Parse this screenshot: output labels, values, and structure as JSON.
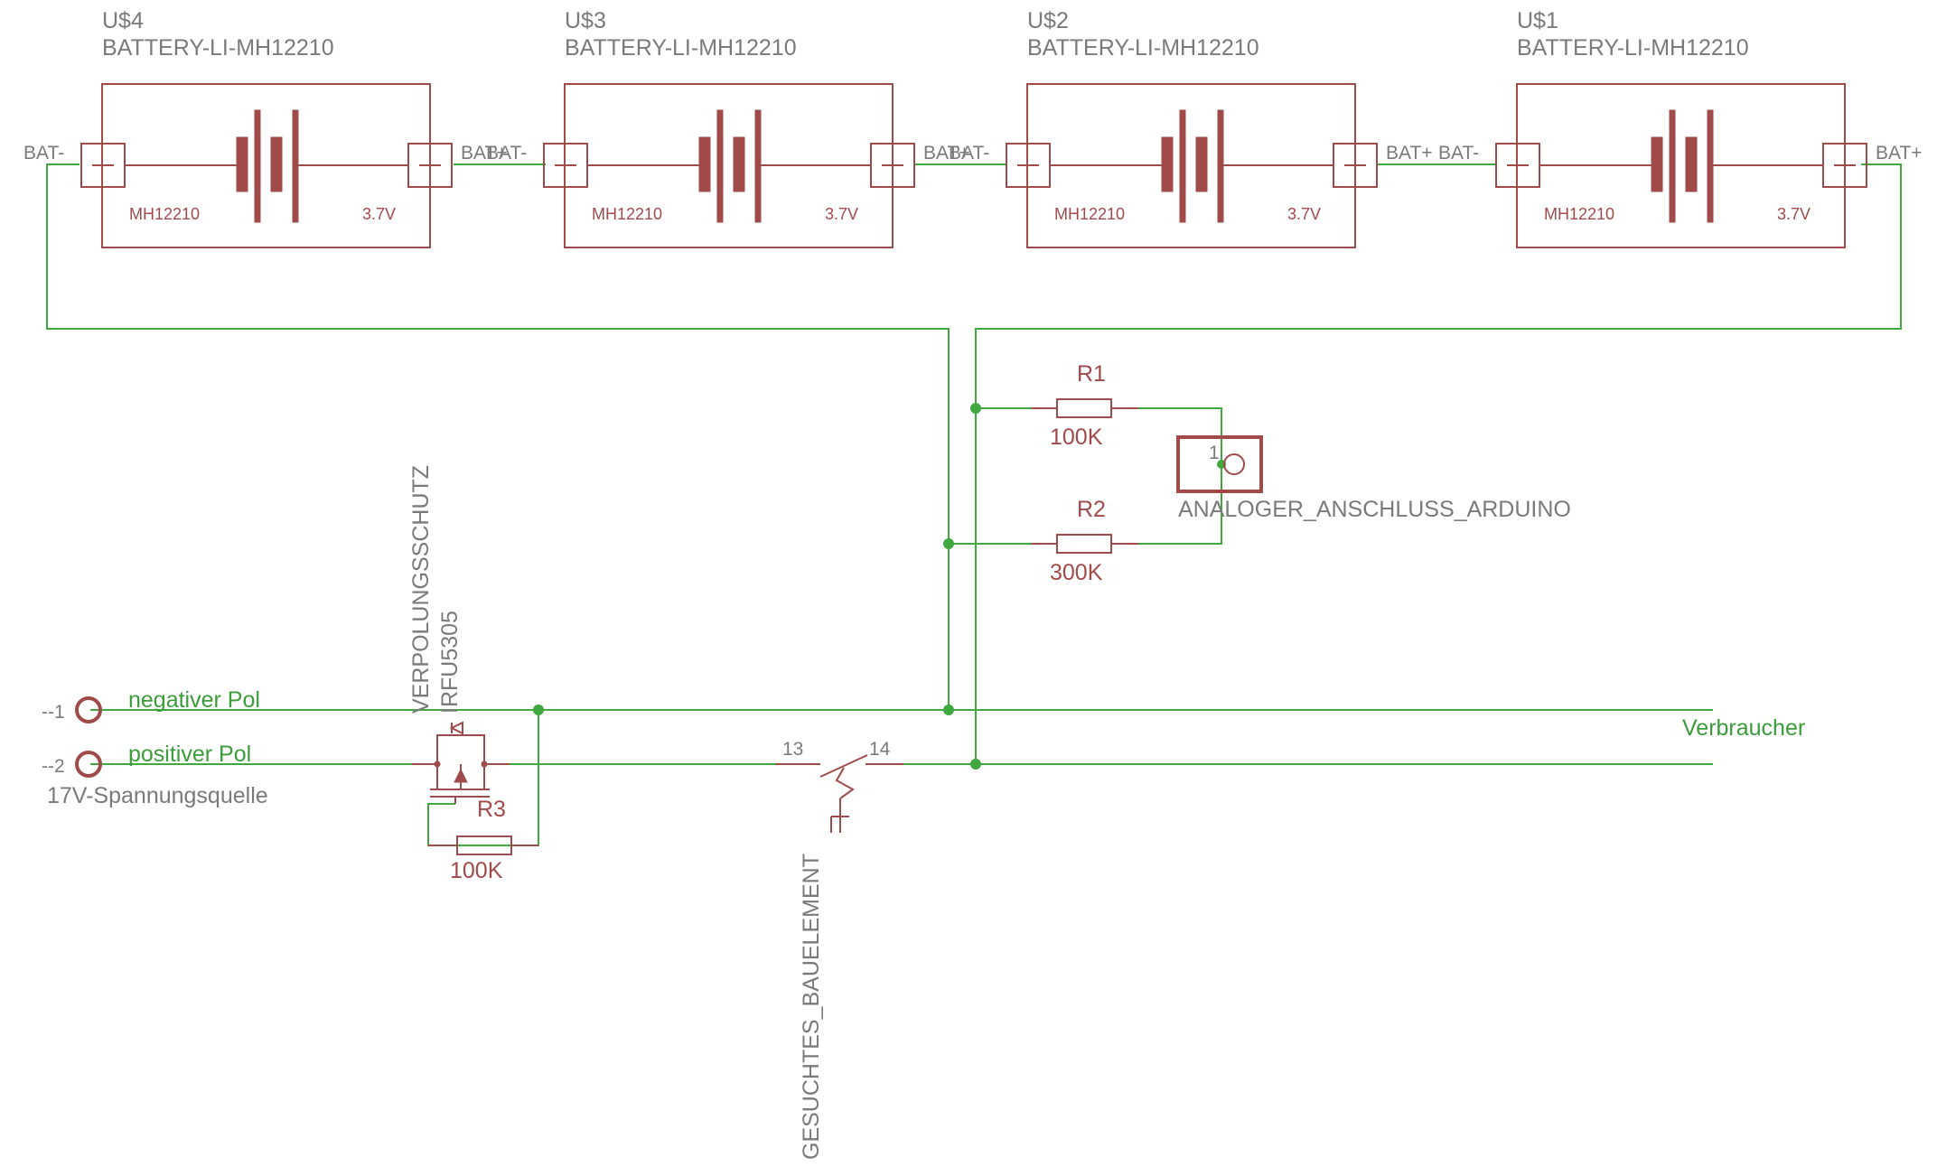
{
  "batteries": [
    {
      "name": "U$4",
      "part": "BATTERY-LI-MH12210",
      "type_label": "MH12210",
      "voltage": "3.7V",
      "pin_neg": "BAT-",
      "pin_pos": "BAT+"
    },
    {
      "name": "U$3",
      "part": "BATTERY-LI-MH12210",
      "type_label": "MH12210",
      "voltage": "3.7V",
      "pin_neg": "BAT-",
      "pin_pos": "BAT+"
    },
    {
      "name": "U$2",
      "part": "BATTERY-LI-MH12210",
      "type_label": "MH12210",
      "voltage": "3.7V",
      "pin_neg": "BAT-",
      "pin_pos": "BAT+"
    },
    {
      "name": "U$1",
      "part": "BATTERY-LI-MH12210",
      "type_label": "MH12210",
      "voltage": "3.7V",
      "pin_neg": "BAT-",
      "pin_pos": "BAT+"
    }
  ],
  "resistors": {
    "r1": {
      "name": "R1",
      "value": "100K"
    },
    "r2": {
      "name": "R2",
      "value": "300K"
    },
    "r3": {
      "name": "R3",
      "value": "100K"
    }
  },
  "arduino": {
    "pin": "1",
    "name": "ANALOGER_ANSCHLUSS_ARDUINO"
  },
  "mosfet": {
    "name": "VERPOLUNGSSCHUTZ",
    "value": "IRFU5305"
  },
  "source": {
    "pin1": "--1",
    "pin2": "--2",
    "name": "17V-Spannungsquelle",
    "net_neg": "negativer Pol",
    "net_pos": "positiver Pol"
  },
  "switch": {
    "pin_a": "13",
    "pin_b": "14",
    "name": "GESUCHTES_BAUELEMENT"
  },
  "load": {
    "net": "Verbraucher"
  },
  "colors": {
    "wire": "#3fa83f",
    "symbol": "#a04a4a",
    "label": "#7a7a7a",
    "net_label": "#3a9d3a"
  }
}
